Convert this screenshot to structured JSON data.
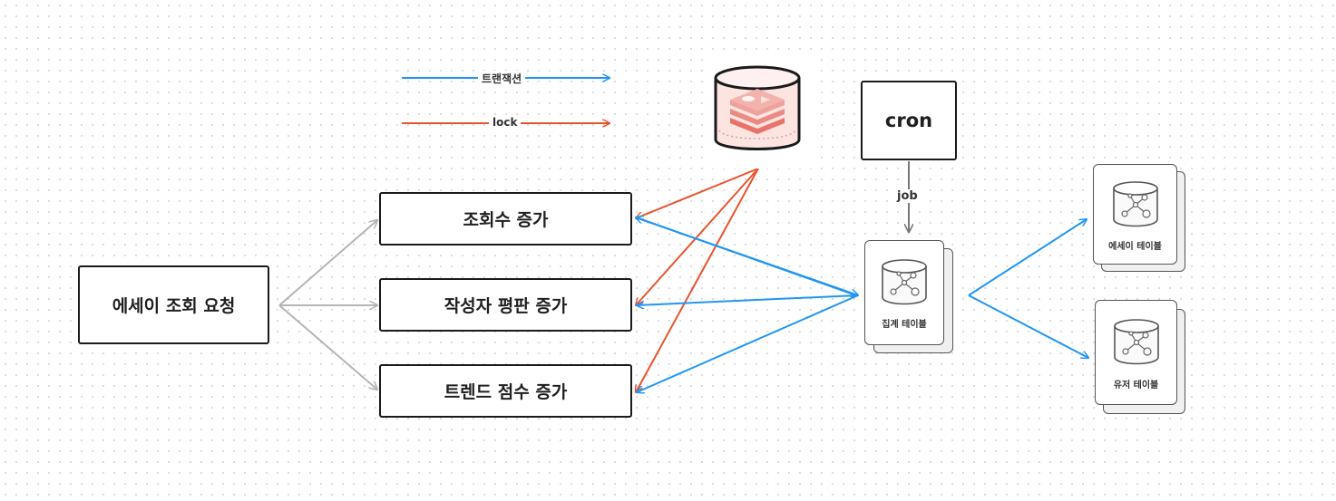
{
  "legend": {
    "transaction_label": "트랜잭션",
    "lock_label": "lock"
  },
  "nodes": {
    "request": "에세이 조회 요청",
    "view_count": "조회수 증가",
    "author_reputation": "작성자 평판 증가",
    "trend_score": "트렌드 점수 증가",
    "cron": "cron",
    "aggregate_table": "집계 테이블",
    "essay_table": "에세이 테이블",
    "user_table": "유저 테이블"
  },
  "edges": {
    "job_label": "job"
  },
  "colors": {
    "transaction": "#2196F3",
    "lock": "#E8532F",
    "request_flow": "#B5B5B5",
    "job": "#777777",
    "redis": "#E8736A"
  },
  "icons": {
    "redis": "redis-cache-icon",
    "database": "database-icon"
  }
}
